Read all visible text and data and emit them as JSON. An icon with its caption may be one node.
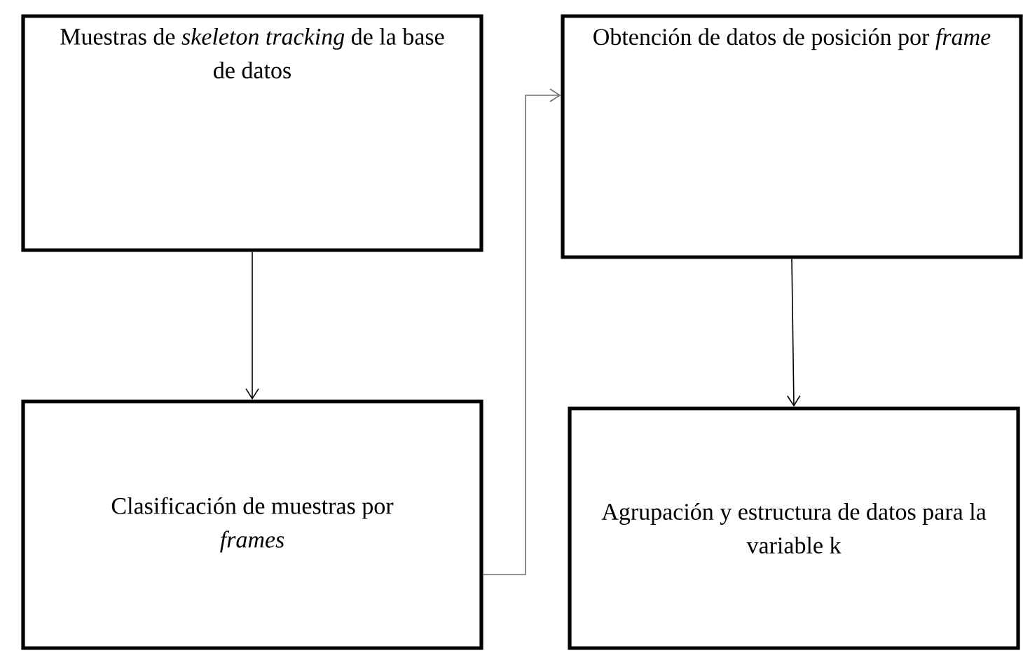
{
  "diagram": {
    "nodes": [
      {
        "text": [
          "Muestras de *skeleton tracking* de la base de datos"
        ]
      },
      {
        "text": [
          "Obtención de datos de posición por *frame*"
        ]
      },
      {
        "text": [
          "Clasificación de muestras por *frames*"
        ]
      },
      {
        "text": [
          "Agrupación y estructura de datos para la variable k"
        ]
      }
    ],
    "edges": [
      {
        "from": 0,
        "to": 2,
        "arrow": "to"
      },
      {
        "from": 2,
        "to": 1,
        "arrow": "to",
        "color": "#707070"
      },
      {
        "from": 1,
        "to": 3,
        "arrow": "to"
      }
    ]
  }
}
